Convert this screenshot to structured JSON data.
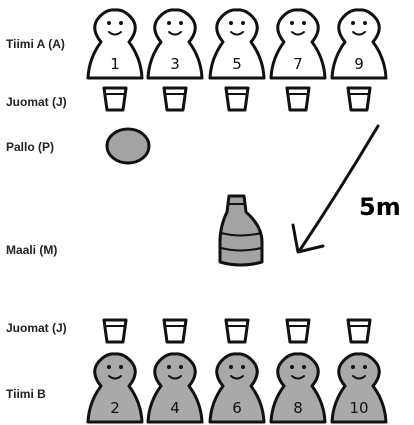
{
  "labels": {
    "team_a": "Tiimi A (A)",
    "drinks_top": "Juomat (J)",
    "ball": "Pallo (P)",
    "goal": "Maali (M)",
    "drinks_bottom": "Juomat (J)",
    "team_b": "Tiimi B"
  },
  "distance_label": "5m",
  "team_a_players": [
    "1",
    "3",
    "5",
    "7",
    "9"
  ],
  "team_b_players": [
    "2",
    "4",
    "6",
    "8",
    "10"
  ],
  "colors": {
    "team_a_fill": "#ffffff",
    "team_b_fill": "#a9a9a9",
    "ball_fill": "#a3a3a3",
    "bottle_fill": "#a3a3a3",
    "outline": "#111111"
  }
}
